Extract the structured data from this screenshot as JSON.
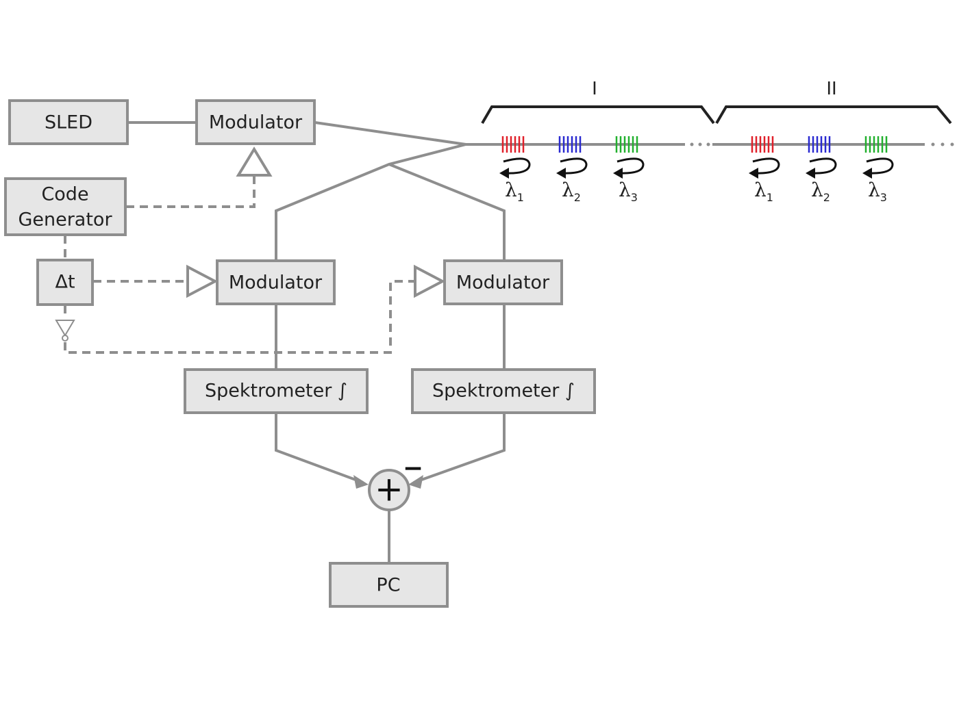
{
  "blocks": {
    "sled": "SLED",
    "modulator_top": "Modulator",
    "code_generator_line1": "Code",
    "code_generator_line2": "Generator",
    "delay": "Δt",
    "modulator_left": "Modulator",
    "modulator_right": "Modulator",
    "spektrometer_left": "Spektrometer ∫",
    "spektrometer_right": "Spektrometer ∫",
    "pc": "PC"
  },
  "summing": {
    "plus": "+",
    "minus": "−"
  },
  "fiber_sections": [
    {
      "label": "I",
      "gratings": [
        {
          "color": "#e0202a",
          "symbol": "λ",
          "index": "1"
        },
        {
          "color": "#2a2ad0",
          "symbol": "λ",
          "index": "2"
        },
        {
          "color": "#22b02e",
          "symbol": "λ",
          "index": "3"
        }
      ]
    },
    {
      "label": "II",
      "gratings": [
        {
          "color": "#e0202a",
          "symbol": "λ",
          "index": "1"
        },
        {
          "color": "#2a2ad0",
          "symbol": "λ",
          "index": "2"
        },
        {
          "color": "#22b02e",
          "symbol": "λ",
          "index": "3"
        }
      ]
    }
  ]
}
